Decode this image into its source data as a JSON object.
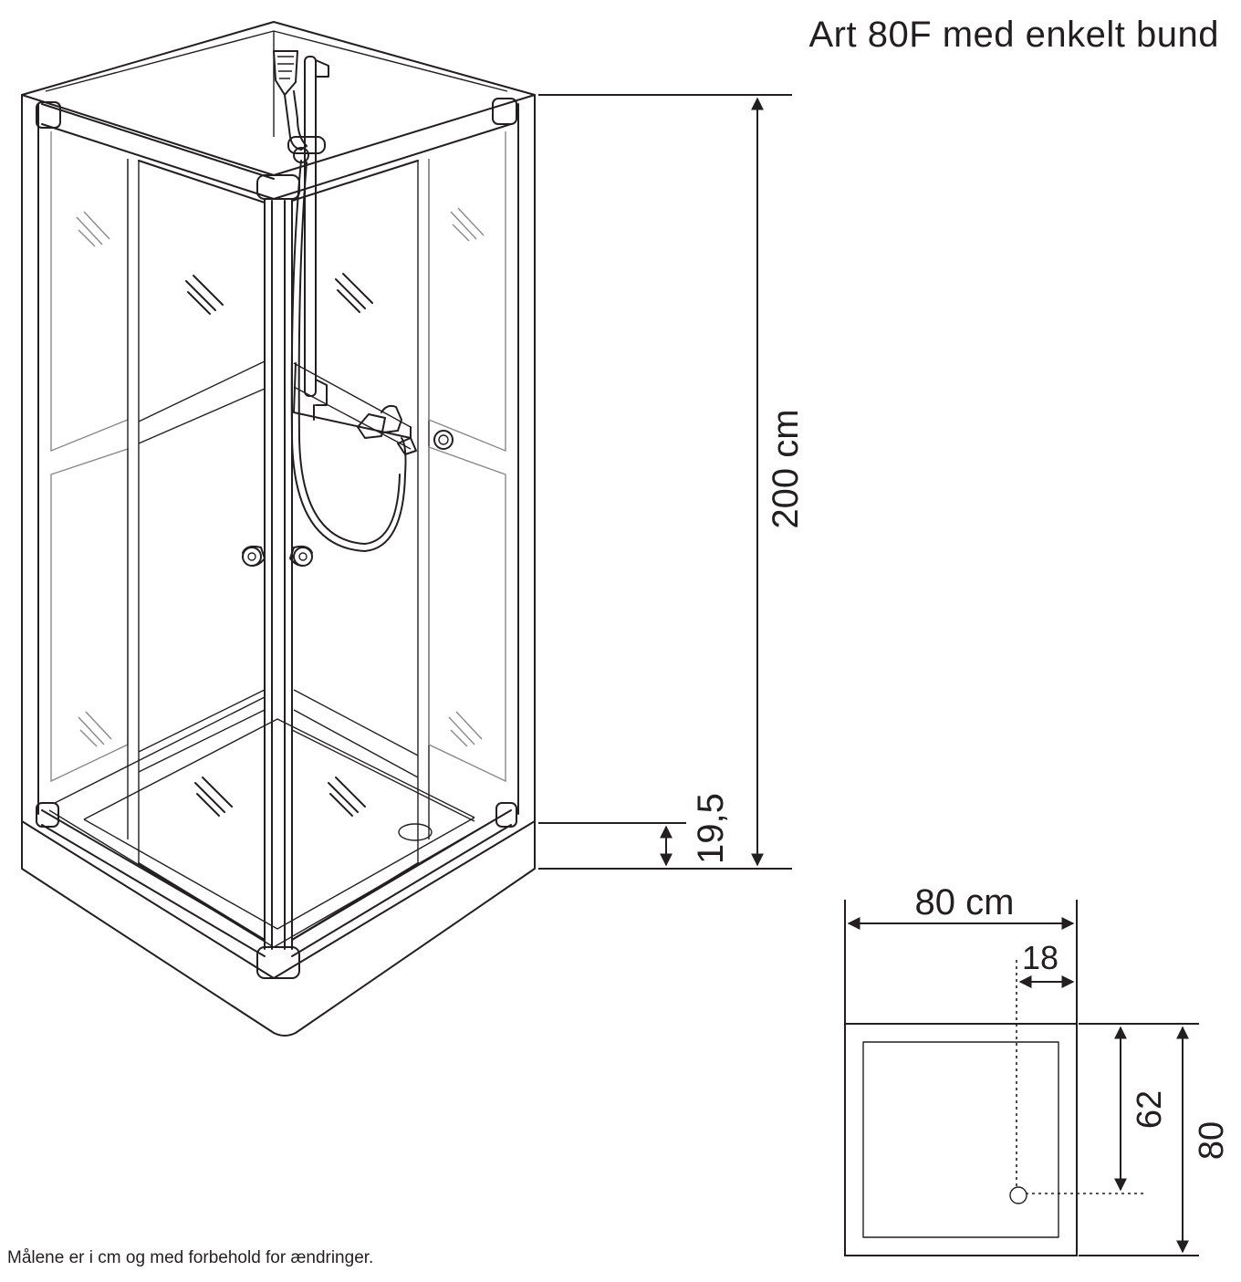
{
  "title": "Art 80F med enkelt bund",
  "footnote": "Målene er i cm og med forbehold for ændringer.",
  "dimensions": {
    "height_total": "200 cm",
    "base_height": "19,5",
    "width": "80 cm",
    "drain_offset_side": "18",
    "drain_offset_front": "62",
    "depth": "80"
  },
  "colors": {
    "line": "#231f20",
    "glass_reflection": "#8a8a8a",
    "background": "#ffffff"
  }
}
